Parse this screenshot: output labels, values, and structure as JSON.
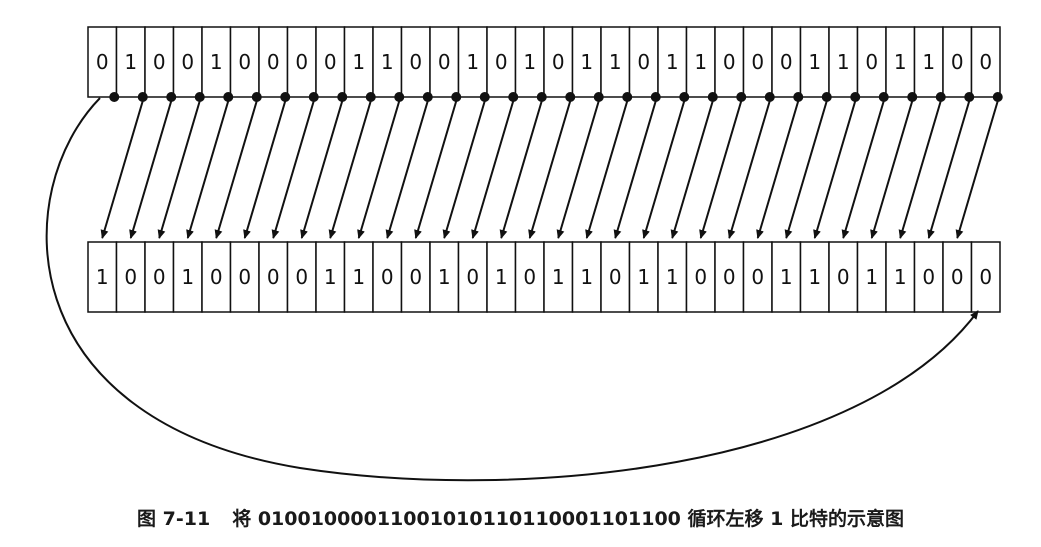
{
  "diagram": {
    "top_bits": [
      "0",
      "1",
      "0",
      "0",
      "1",
      "0",
      "0",
      "0",
      "0",
      "1",
      "1",
      "0",
      "0",
      "1",
      "0",
      "1",
      "0",
      "1",
      "1",
      "0",
      "1",
      "1",
      "0",
      "0",
      "0",
      "1",
      "1",
      "0",
      "1",
      "1",
      "0",
      "0"
    ],
    "bottom_bits": [
      "1",
      "0",
      "0",
      "1",
      "0",
      "0",
      "0",
      "0",
      "1",
      "1",
      "0",
      "0",
      "1",
      "0",
      "1",
      "0",
      "1",
      "1",
      "0",
      "1",
      "1",
      "0",
      "0",
      "0",
      "1",
      "1",
      "0",
      "1",
      "1",
      "0",
      "0",
      "0"
    ]
  },
  "caption": {
    "figure_number": "图 7-11",
    "text": "将 01001000011001010110110001101100 循环左移 1 比特的示意图"
  }
}
